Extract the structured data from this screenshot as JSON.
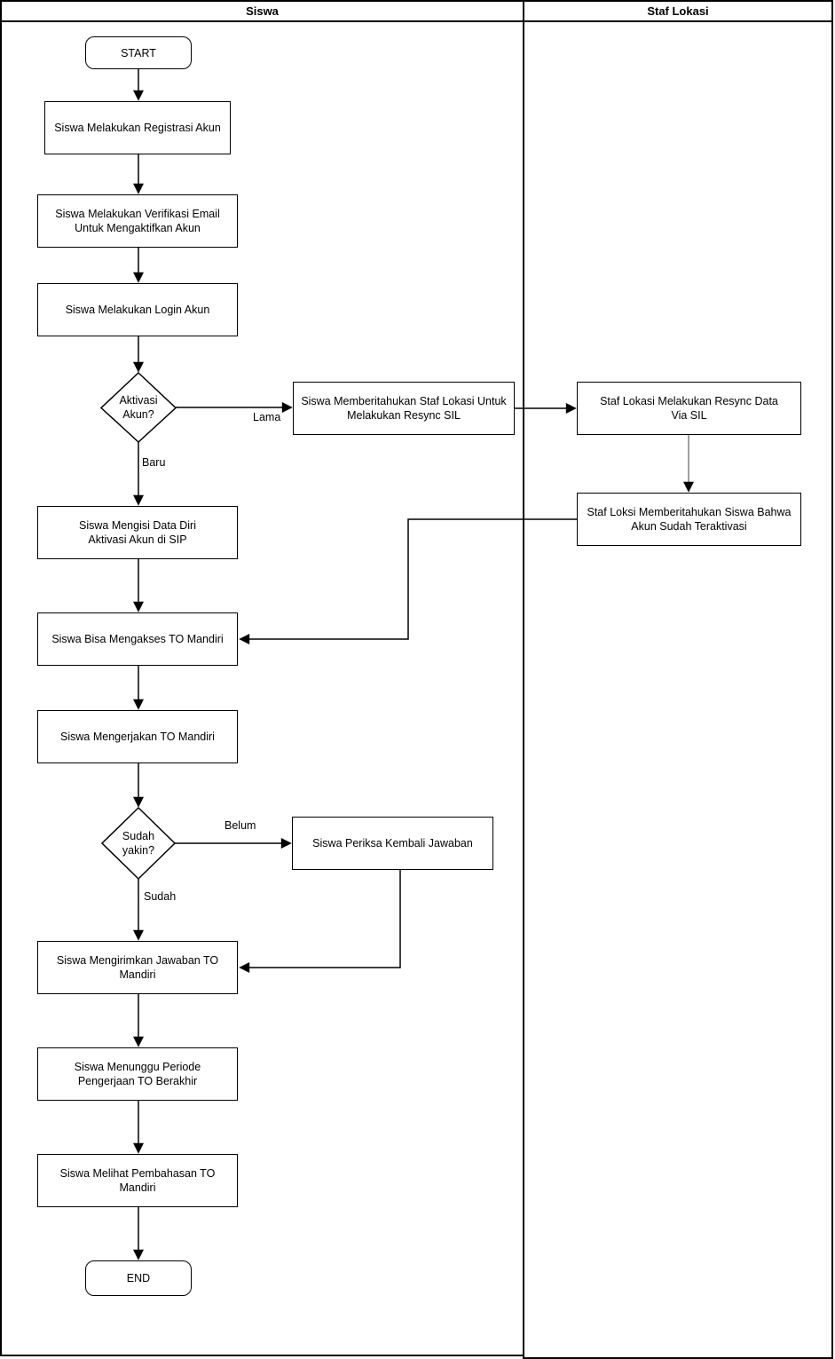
{
  "lanes": [
    {
      "title": "Siswa"
    },
    {
      "title": "Staf Lokasi"
    }
  ],
  "nodes": {
    "start": {
      "label": "START",
      "type": "terminator"
    },
    "registrasi": {
      "label": "Siswa Melakukan Registrasi Akun",
      "type": "process"
    },
    "verifikasi": {
      "label": "Siswa Melakukan Verifikasi Email\nUntuk Mengaktifkan Akun",
      "type": "process"
    },
    "login": {
      "label": "Siswa Melakukan Login Akun",
      "type": "process"
    },
    "aktivasi_akun": {
      "label": "Aktivasi\nAkun?",
      "type": "decision"
    },
    "memberitahukan": {
      "label": "Siswa Memberitahukan Staf Lokasi Untuk\nMelakukan Resync SIL",
      "type": "process"
    },
    "resync": {
      "label": "Staf Lokasi Melakukan Resync Data\nVia SIL",
      "type": "process"
    },
    "teraktivasi": {
      "label": "Staf Loksi Memberitahukan Siswa Bahwa\nAkun Sudah Teraktivasi",
      "type": "process"
    },
    "mengisi": {
      "label": "Siswa Mengisi Data Diri\nAktivasi Akun di SIP",
      "type": "process"
    },
    "mengakses": {
      "label": "Siswa Bisa Mengakses TO Mandiri",
      "type": "process"
    },
    "mengerjakan": {
      "label": "Siswa Mengerjakan TO Mandiri",
      "type": "process"
    },
    "sudah_yakin": {
      "label": "Sudah\nyakin?",
      "type": "decision"
    },
    "periksa": {
      "label": "Siswa Periksa Kembali Jawaban",
      "type": "process"
    },
    "mengirimkan": {
      "label": "Siswa Mengirimkan Jawaban TO Mandiri",
      "type": "process"
    },
    "menunggu": {
      "label": "Siswa Menunggu Periode\nPengerjaan TO Berakhir",
      "type": "process"
    },
    "melihat": {
      "label": "Siswa Melihat Pembahasan TO Mandiri",
      "type": "process"
    },
    "end": {
      "label": "END",
      "type": "terminator"
    }
  },
  "edge_labels": {
    "lama": "Lama",
    "baru": "Baru",
    "belum": "Belum",
    "sudah": "Sudah"
  },
  "colors": {
    "stroke": "#000000",
    "fill": "#ffffff",
    "gray_connector": "#808080"
  }
}
